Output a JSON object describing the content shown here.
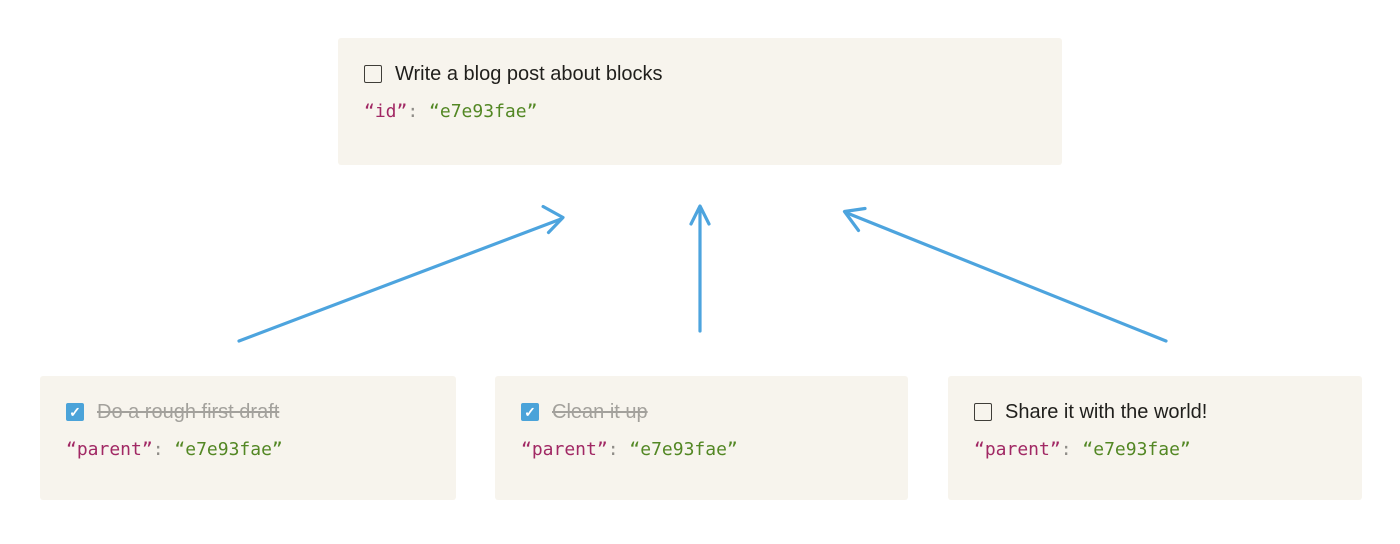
{
  "colors": {
    "arrow": "#4da4de",
    "checkbox_checked": "#4ba3d9",
    "block_background": "#f7f4ed",
    "code_key": "#a12864",
    "code_value": "#538724",
    "code_punctuation": "#8f8d88"
  },
  "parent_block": {
    "checked": false,
    "title": "Write a blog post about blocks",
    "code_key": "“id”",
    "code_colon": ":",
    "code_value": "“e7e93fae”"
  },
  "children": [
    {
      "checked": true,
      "title": "Do a rough first draft",
      "code_key": "“parent”",
      "code_colon": ":",
      "code_value": "“e7e93fae”"
    },
    {
      "checked": true,
      "title": "Clean it up",
      "code_key": "“parent”",
      "code_colon": ":",
      "code_value": "“e7e93fae”"
    },
    {
      "checked": false,
      "title": "Share it with the world!",
      "code_key": "“parent”",
      "code_colon": ":",
      "code_value": "“e7e93fae”"
    }
  ]
}
